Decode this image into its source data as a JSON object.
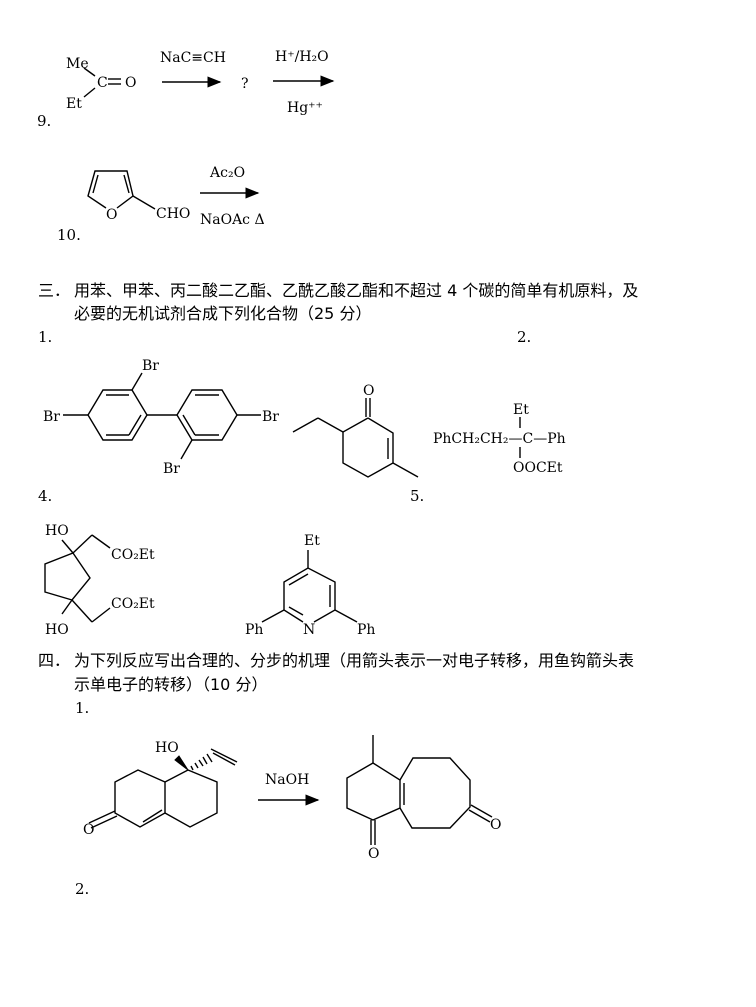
{
  "q9": {
    "number": "9.",
    "reactant": {
      "top": "Me",
      "center": "C",
      "right": "O",
      "bottom": "Et"
    },
    "step1_reagent": "NaC≡CH",
    "intermediate": "?",
    "step2_reagent_top": "H⁺/H₂O",
    "step2_reagent_bottom": "Hg⁺⁺"
  },
  "q10": {
    "number": "10.",
    "ring_atom": "O",
    "substituent": "CHO",
    "reagent_top": "Ac₂O",
    "reagent_bottom": "NaOAc  Δ"
  },
  "section3": {
    "marker": "三．",
    "line1": "用苯、甲苯、丙二酸二乙酯、乙酰乙酸乙酯和不超过 4 个碳的简单有机原料，及",
    "line2": "必要的无机试剂合成下列化合物（25 分）",
    "labels": [
      "1.",
      "2.",
      "4.",
      "5."
    ],
    "compound1": {
      "substituents": [
        "Br",
        "Br",
        "Br",
        "Br"
      ]
    },
    "compound2": {
      "oxygen": "O"
    },
    "compound3": {
      "chain": "PhCH₂CH₂—C—Ph",
      "top": "Et",
      "bottom": "OOCEt"
    },
    "compound4": {
      "hydroxyl_top": "HO",
      "hydroxyl_bottom": "HO",
      "ester_top": "CO₂Et",
      "ester_bottom": "CO₂Et"
    },
    "compound5": {
      "top": "Et",
      "nitrogen": "N",
      "left": "Ph",
      "right": "Ph"
    }
  },
  "section4": {
    "marker": "四．",
    "line1": "为下列反应写出合理的、分步的机理（用箭头表示一对电子转移，用鱼钩箭头表",
    "line2": "示单电子的转移）（10 分）",
    "item1_label": "1.",
    "item1": {
      "reactant_hydroxyl": "HO",
      "reactant_oxygen": "O",
      "reagent": "NaOH",
      "product_oxygen_1": "O",
      "product_oxygen_2": "O"
    },
    "item2_label": "2."
  }
}
